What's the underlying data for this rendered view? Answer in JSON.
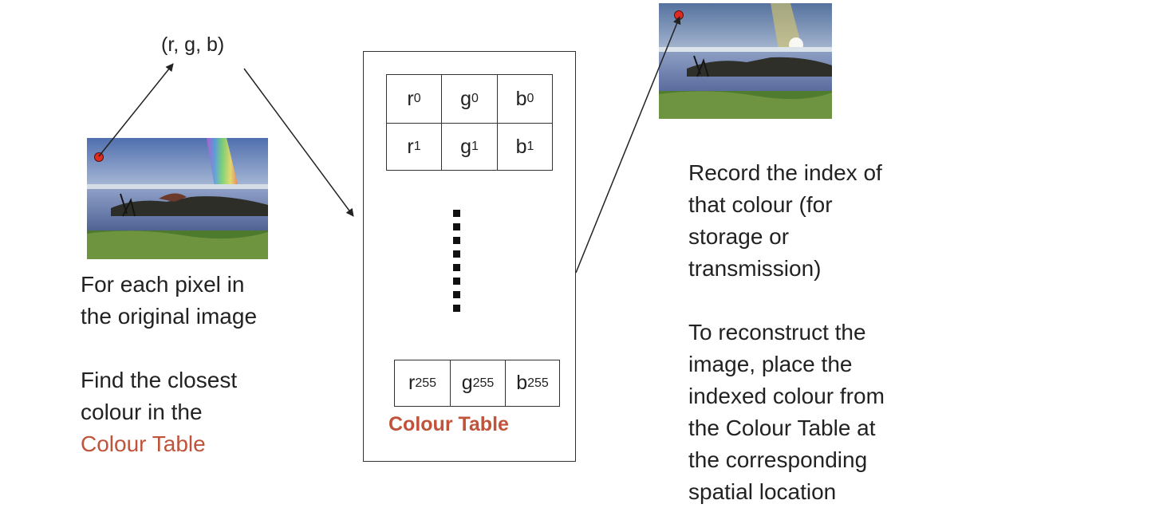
{
  "rgb_tuple": "(r, g, b)",
  "left_text": {
    "line1": "For each pixel in",
    "line2": "the original image",
    "line3": "Find the closest",
    "line4": "colour in the",
    "line5": "Colour Table"
  },
  "right_text": {
    "line1": "Record the index of",
    "line2": "that colour (for",
    "line3": "storage or",
    "line4": "transmission)",
    "line5": "To reconstruct the",
    "line6": "image, place the",
    "line7": "indexed colour from",
    "line8": "the Colour Table at",
    "line9": "the corresponding",
    "line10": "spatial location"
  },
  "colour_table": {
    "caption": "Colour Table",
    "rows": [
      [
        {
          "base": "r",
          "sub": "0"
        },
        {
          "base": "g",
          "sub": "0"
        },
        {
          "base": "b",
          "sub": "0"
        }
      ],
      [
        {
          "base": "r",
          "sub": "1"
        },
        {
          "base": "g",
          "sub": "1"
        },
        {
          "base": "b",
          "sub": "1"
        }
      ]
    ],
    "last_row": [
      {
        "base": "r",
        "sub": "255"
      },
      {
        "base": "g",
        "sub": "255"
      },
      {
        "base": "b",
        "sub": "255"
      }
    ]
  },
  "colors": {
    "accent": "#c0533a",
    "pixel_dot": "#e02b20",
    "arrow": "#222222"
  }
}
